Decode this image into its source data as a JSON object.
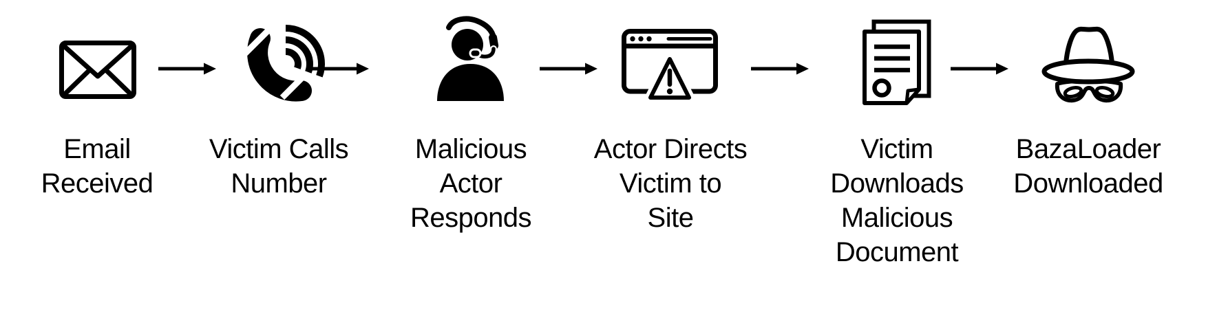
{
  "diagram": {
    "type": "flow",
    "direction": "left-to-right",
    "background_color": "#ffffff",
    "foreground_color": "#000000",
    "steps": [
      {
        "id": "email-received",
        "icon": "envelope-icon",
        "label": "Email\nReceived"
      },
      {
        "id": "victim-calls-number",
        "icon": "phone-ringing-icon",
        "label": "Victim Calls\nNumber"
      },
      {
        "id": "malicious-actor-responds",
        "icon": "call-agent-headset-icon",
        "label": "Malicious\nActor\nResponds"
      },
      {
        "id": "actor-directs-victim-to-site",
        "icon": "browser-warning-icon",
        "label": "Actor Directs\nVictim to\nSite"
      },
      {
        "id": "victim-downloads-malicious-document",
        "icon": "document-pages-icon",
        "label": "Victim\nDownloads\nMalicious\nDocument"
      },
      {
        "id": "bazaloader-downloaded",
        "icon": "spy-incognito-icon",
        "label": "BazaLoader\nDownloaded"
      }
    ],
    "connectors": {
      "style": "right-arrow",
      "count": 5,
      "color": "#000000"
    }
  }
}
